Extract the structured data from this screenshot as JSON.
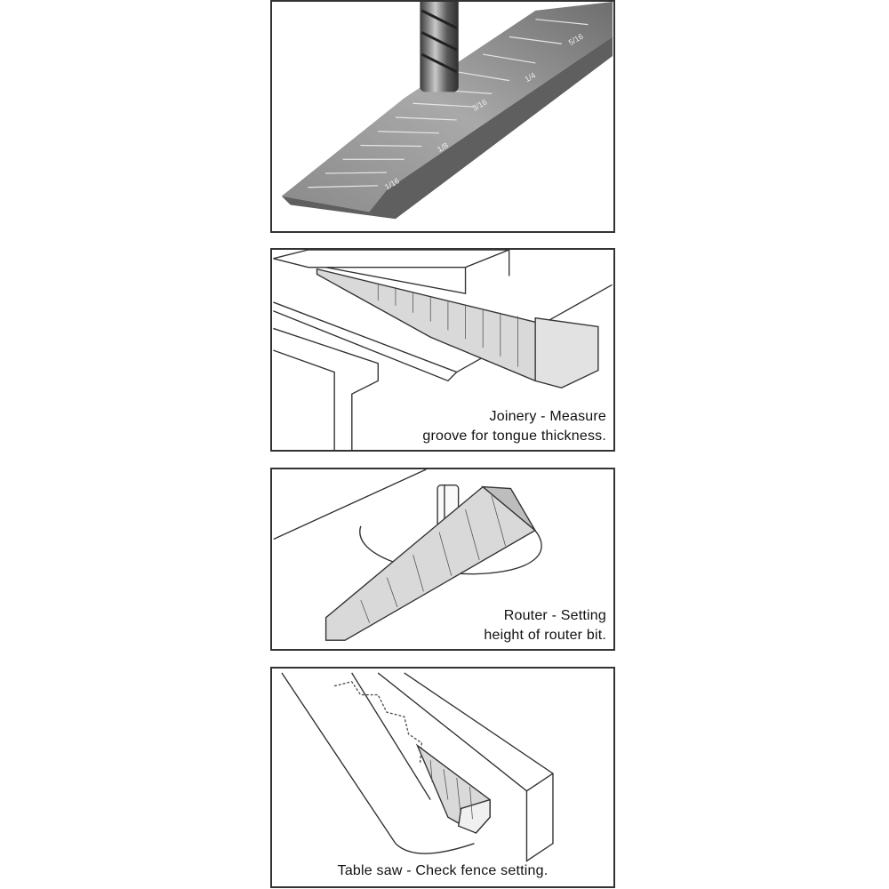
{
  "panels": [
    {
      "id": "drill-gauge-photo",
      "caption_lines": []
    },
    {
      "id": "joinery",
      "caption_lines": [
        "Joinery - Measure",
        "groove for tongue thickness."
      ]
    },
    {
      "id": "router",
      "caption_lines": [
        "Router - Setting",
        "height of router bit."
      ]
    },
    {
      "id": "table-saw",
      "caption_lines": [
        "Table saw - Check fence setting."
      ]
    }
  ],
  "colors": {
    "border": "#333333",
    "gauge_metal": "#7a7a7a",
    "line": "#444444"
  }
}
